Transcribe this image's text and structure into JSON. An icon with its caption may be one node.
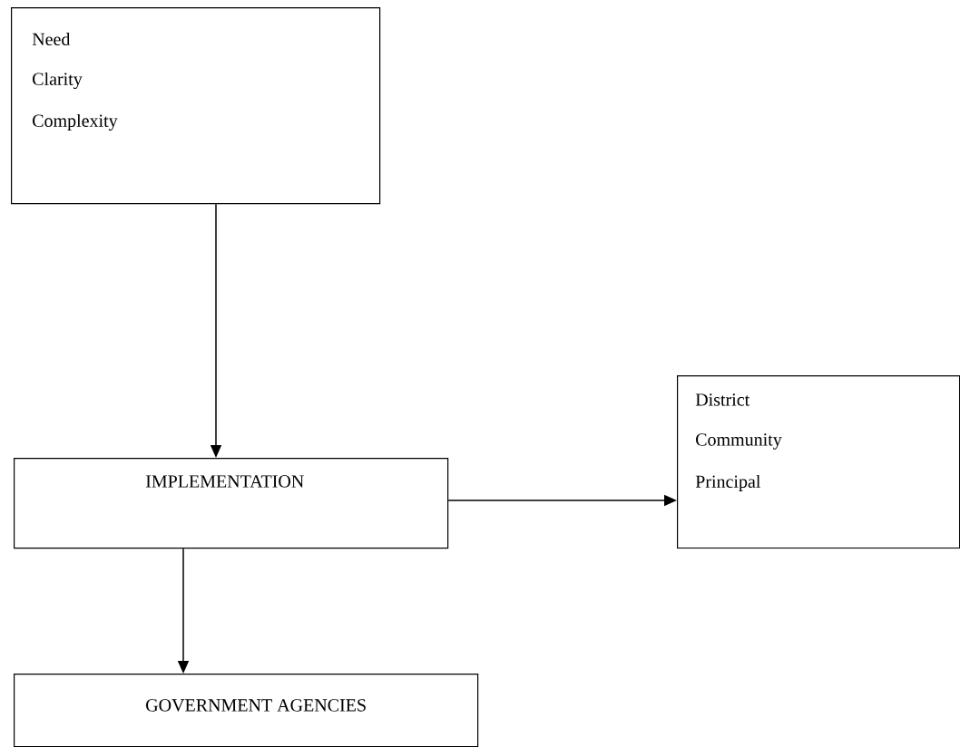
{
  "diagram": {
    "nodes": [
      {
        "text": [
          "Need",
          "Clarity",
          "Complexity"
        ]
      },
      {
        "text": [
          "IMPLEMENTATION"
        ]
      },
      {
        "text": [
          "District",
          "Community",
          "Principal"
        ]
      },
      {
        "text": [
          "GOVERNMENT AGENCIES"
        ]
      }
    ],
    "edges": [
      {
        "from": 0,
        "to": 1,
        "arrow": "to"
      },
      {
        "from": 1,
        "to": 2,
        "arrow": "to"
      },
      {
        "from": 1,
        "to": 3,
        "arrow": "to"
      }
    ]
  }
}
